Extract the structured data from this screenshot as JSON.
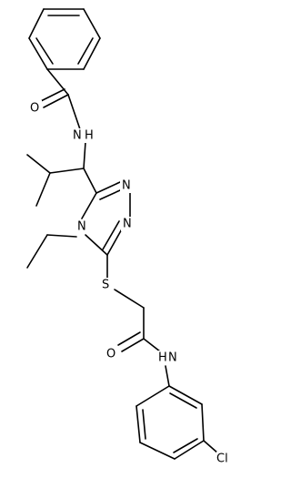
{
  "labels": {
    "carbonyl_o1": "O",
    "amide_n1": "N",
    "amide_h1": "H",
    "triazole_n_a": "N",
    "triazole_n_b": "N",
    "triazole_n_ring": "N",
    "thioether_s": "S",
    "carbonyl_o2": "O",
    "amide_n2": "N",
    "amide_h2": "H",
    "chloro": "Cl"
  },
  "colors": {
    "bond": "#000000",
    "text": "#000000",
    "background": "#ffffff"
  }
}
